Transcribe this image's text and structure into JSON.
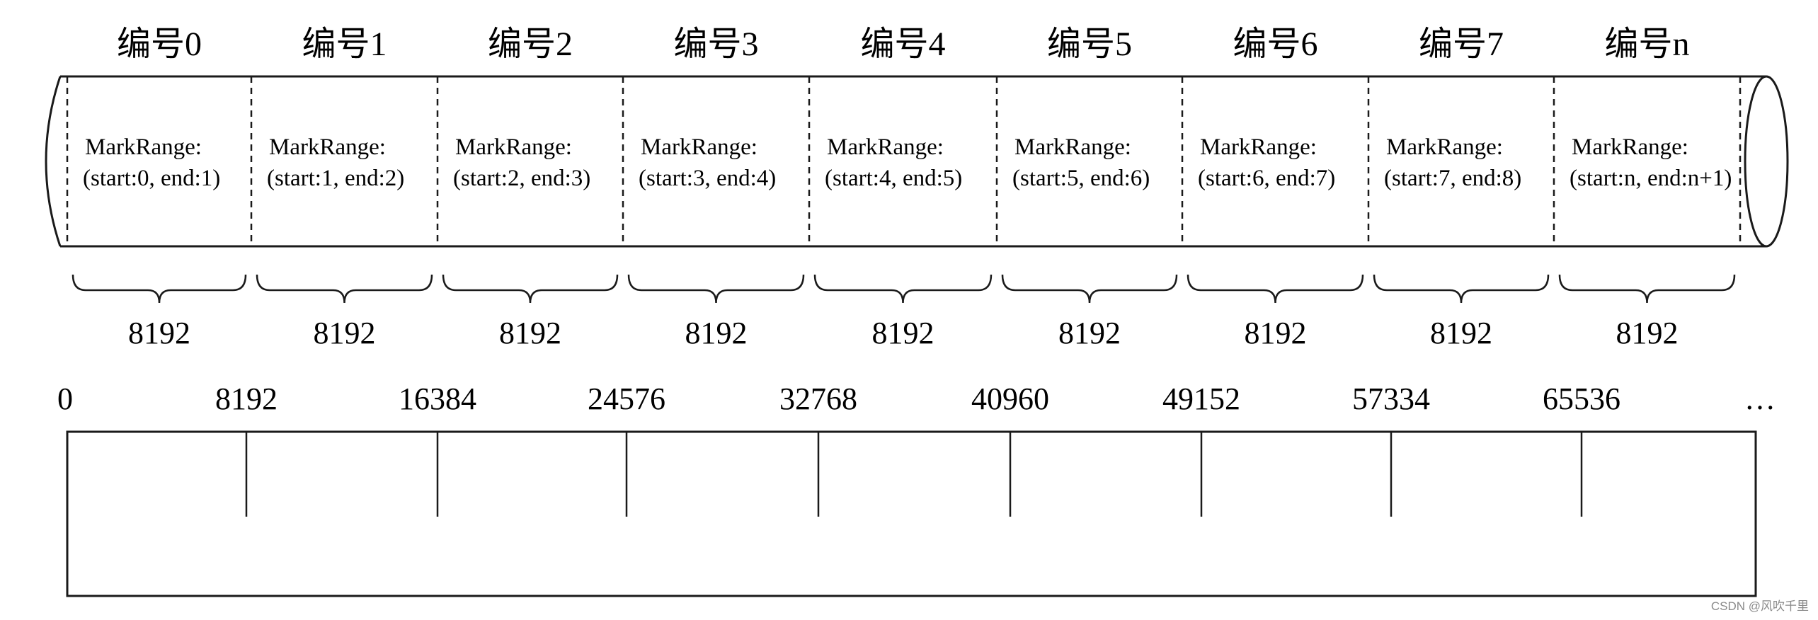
{
  "granules": [
    {
      "title": "编号0",
      "mark_label": "MarkRange:",
      "mark_range": "(start:0, end:1)",
      "size": "8192"
    },
    {
      "title": "编号1",
      "mark_label": "MarkRange:",
      "mark_range": "(start:1, end:2)",
      "size": "8192"
    },
    {
      "title": "编号2",
      "mark_label": "MarkRange:",
      "mark_range": "(start:2, end:3)",
      "size": "8192"
    },
    {
      "title": "编号3",
      "mark_label": "MarkRange:",
      "mark_range": "(start:3, end:4)",
      "size": "8192"
    },
    {
      "title": "编号4",
      "mark_label": "MarkRange:",
      "mark_range": "(start:4, end:5)",
      "size": "8192"
    },
    {
      "title": "编号5",
      "mark_label": "MarkRange:",
      "mark_range": "(start:5, end:6)",
      "size": "8192"
    },
    {
      "title": "编号6",
      "mark_label": "MarkRange:",
      "mark_range": "(start:6, end:7)",
      "size": "8192"
    },
    {
      "title": "编号7",
      "mark_label": "MarkRange:",
      "mark_range": "(start:7, end:8)",
      "size": "8192"
    },
    {
      "title": "编号n",
      "mark_label": "MarkRange:",
      "mark_range": "(start:n, end:n+1)",
      "size": "8192"
    }
  ],
  "offsets": [
    "0",
    "8192",
    "16384",
    "24576",
    "32768",
    "40960",
    "49152",
    "57334",
    "65536",
    "…"
  ],
  "watermark": "CSDN @风吹千里"
}
